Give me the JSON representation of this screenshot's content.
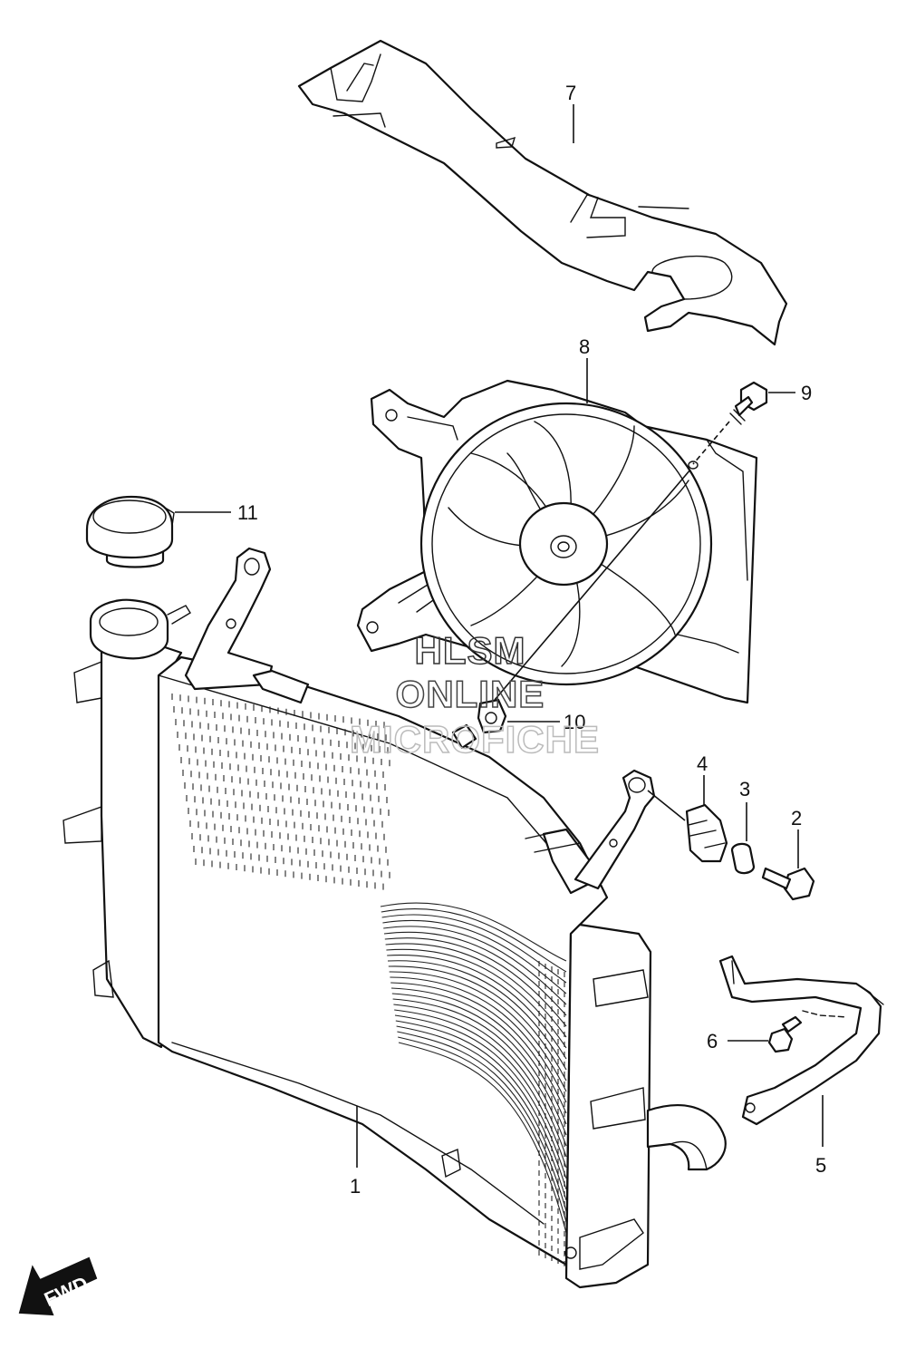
{
  "callouts": {
    "c1": "1",
    "c2": "2",
    "c3": "3",
    "c4": "4",
    "c5": "5",
    "c6": "6",
    "c7": "7",
    "c8": "8",
    "c9": "9",
    "c10": "10",
    "c11": "11"
  },
  "watermark": {
    "line1": "HLSM",
    "line2": "ONLINE",
    "line3": "MICROFICHE"
  },
  "direction_arrow": {
    "label": "FWD",
    "icon": "forward-arrow-icon"
  }
}
